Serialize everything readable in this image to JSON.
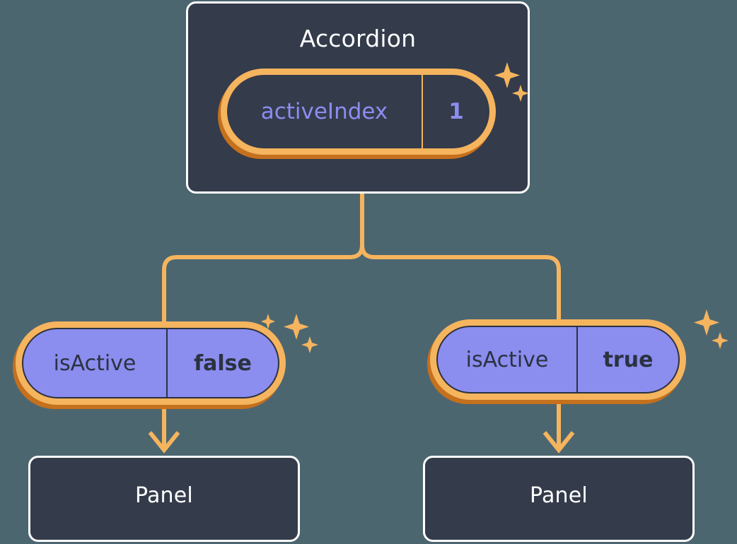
{
  "diagram": {
    "title_node": "Accordion",
    "theme": {
      "background": "#4c6670",
      "card_fill": "#343b4b",
      "card_border": "#ffffff",
      "accent_amber": "#f5b45e",
      "accent_amber_dark": "#c4701d",
      "periwinkle": "#8b8def",
      "text_dark": "#2b3240"
    },
    "nodes": {
      "accordion": {
        "label": "Accordion",
        "state": {
          "key": "activeIndex",
          "value": "1"
        }
      },
      "child_left": {
        "state": {
          "key": "isActive",
          "value": "false"
        },
        "panel_label": "Panel"
      },
      "child_right": {
        "state": {
          "key": "isActive",
          "value": "true"
        },
        "panel_label": "Panel"
      }
    },
    "icons": {
      "sparkle_large": "sparkle-icon",
      "sparkle_small": "sparkle-icon"
    }
  }
}
